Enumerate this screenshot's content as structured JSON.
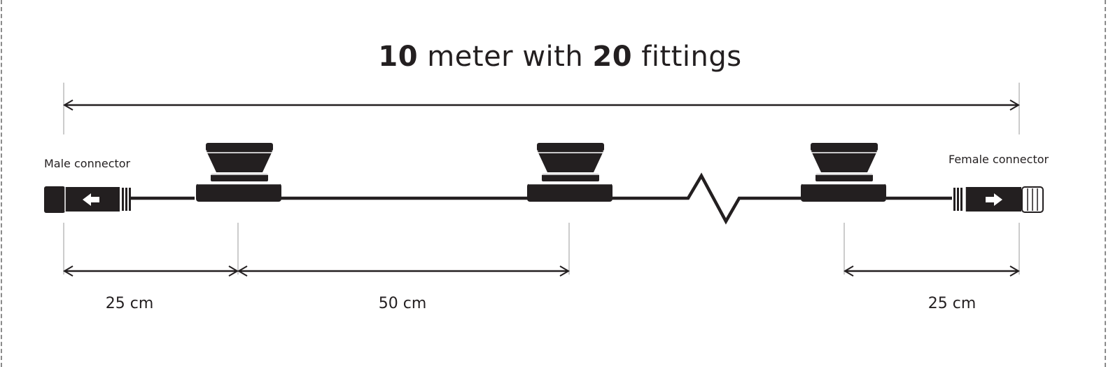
{
  "title": {
    "length_value": "10",
    "middle_text": " meter with ",
    "fittings_value": "20",
    "end_text": " fittings"
  },
  "connectors": {
    "male_label": "Male connector",
    "female_label": "Female connector"
  },
  "dimensions": {
    "start_spacing": "25 cm",
    "fitting_spacing": "50 cm",
    "end_spacing": "25 cm"
  },
  "colors": {
    "ink": "#231f20",
    "frame": "#8a8a8a"
  },
  "icons": [
    "arrow-left-icon",
    "arrow-right-icon",
    "break-zigzag-icon"
  ]
}
